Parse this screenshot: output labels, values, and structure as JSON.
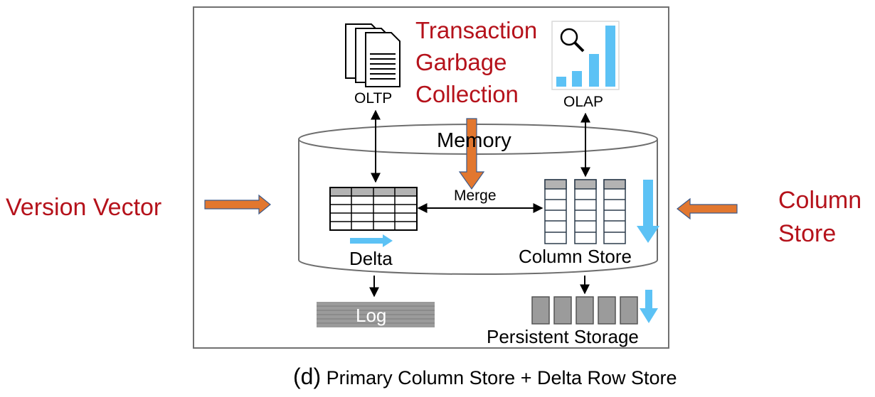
{
  "external_labels": {
    "left": "Version Vector",
    "right_line1": "Column",
    "right_line2": "Store"
  },
  "annotation": {
    "line1": "Transaction",
    "line2": "Garbage",
    "line3": "Collection"
  },
  "nodes": {
    "oltp": "OLTP",
    "olap": "OLAP",
    "memory": "Memory",
    "merge": "Merge",
    "delta": "Delta",
    "column_store": "Column Store",
    "log": "Log",
    "persistent_storage": "Persistent Storage"
  },
  "caption": {
    "label": "(d)",
    "text": "Primary Column Store + Delta Row Store"
  },
  "colors": {
    "highlight_red": "#b5121b",
    "orange_arrow": "#e2772f",
    "blue": "#5cc2f5",
    "cell_gray": "#b3b3b3",
    "frame": "#707070"
  }
}
